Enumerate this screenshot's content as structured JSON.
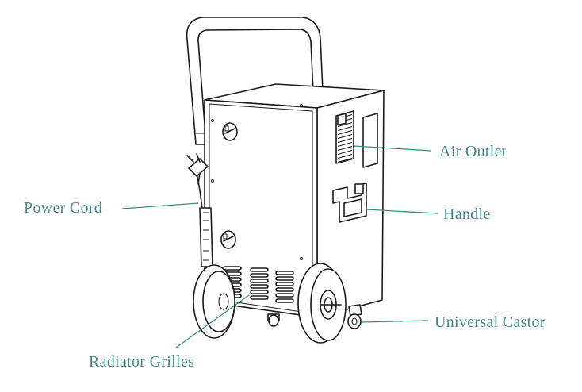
{
  "labels": {
    "air_outlet": "Air Outlet",
    "handle": "Handle",
    "power_cord": "Power Cord",
    "universal_castor": "Universal Castor",
    "radiator_grilles": "Radiator Grilles"
  },
  "colors": {
    "label_text": "#3f8a86",
    "leader_line": "#3f8a86",
    "drawing_stroke": "#1a1a1a",
    "background": "#ffffff"
  }
}
